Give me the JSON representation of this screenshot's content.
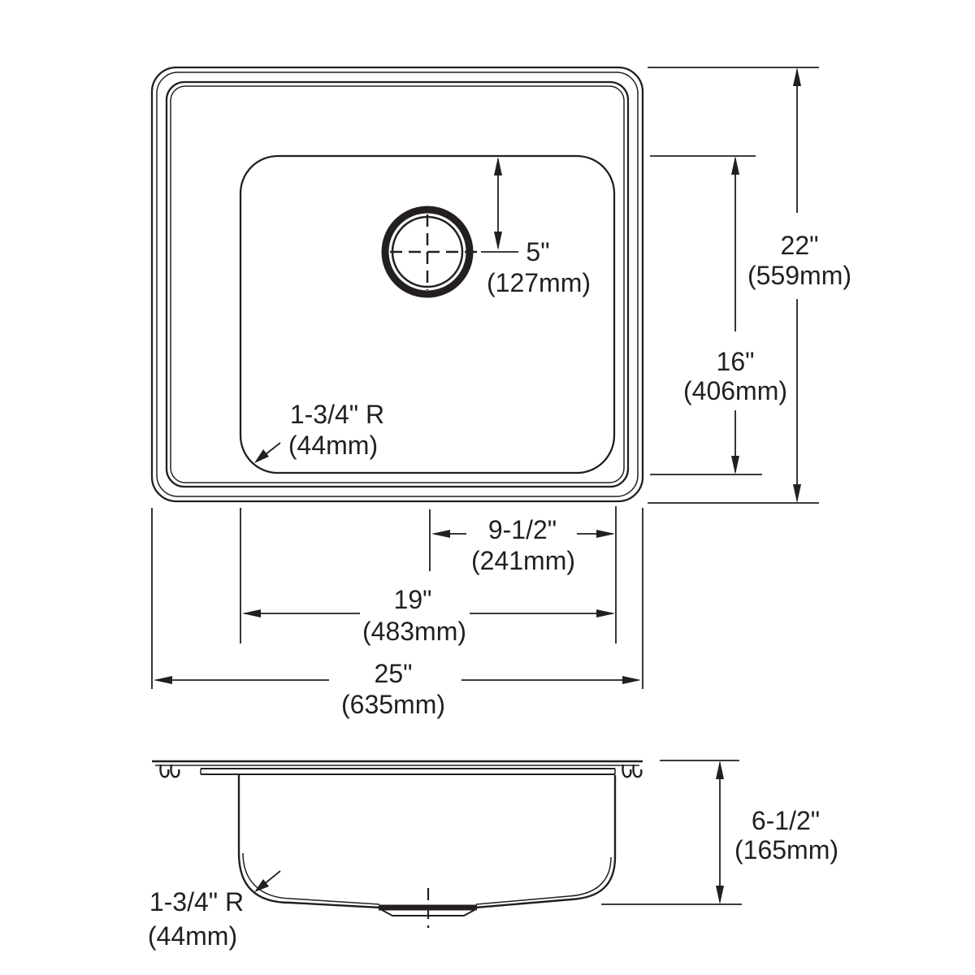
{
  "drawing": {
    "kind": "single-bowl drop-in sink technical dimension drawing",
    "line_color": "#231f20",
    "background": "#ffffff",
    "dims": {
      "top": {
        "faucet_offset": {
          "in": "5\"",
          "mm": "(127mm)"
        },
        "overall_front_back": {
          "in": "22\"",
          "mm": "(559mm)"
        },
        "bowl_front_back": {
          "in": "16\"",
          "mm": "(406mm)"
        },
        "bowl_corner_radius": {
          "in": "1-3/4\" R",
          "mm": "(44mm)"
        },
        "faucet_to_bowl_edge": {
          "in": "9-1/2\"",
          "mm": "(241mm)"
        },
        "bowl_width": {
          "in": "19\"",
          "mm": "(483mm)"
        },
        "overall_width": {
          "in": "25\"",
          "mm": "(635mm)"
        }
      },
      "side": {
        "depth": {
          "in": "6-1/2\"",
          "mm": "(165mm)"
        },
        "bottom_radius": {
          "in": "1-3/4\" R",
          "mm": "(44mm)"
        }
      }
    }
  }
}
